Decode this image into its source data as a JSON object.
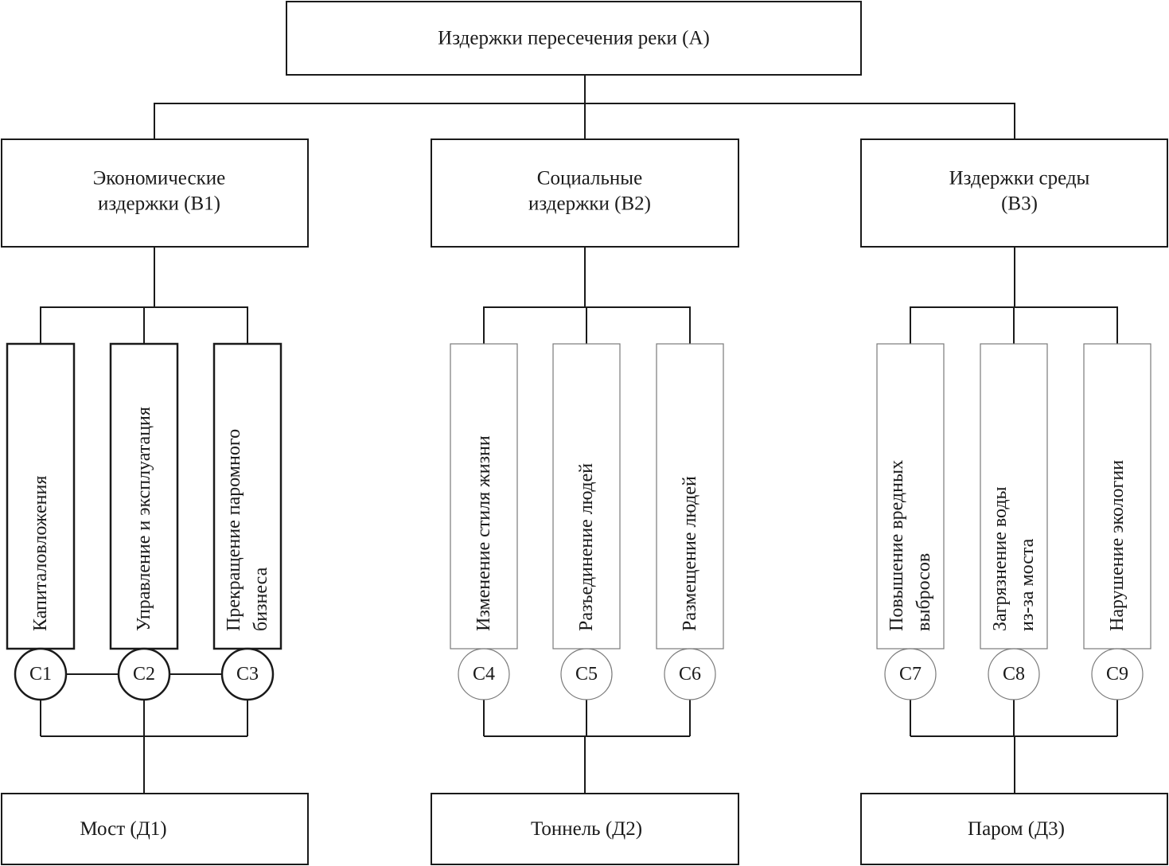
{
  "root": {
    "label": "Издержки пересечения реки (А)"
  },
  "categories": [
    {
      "id": "B1",
      "lines": [
        "Экономические",
        "издержки (В1)"
      ]
    },
    {
      "id": "B2",
      "lines": [
        "Социальные",
        "издержки (В2)"
      ]
    },
    {
      "id": "B3",
      "lines": [
        "Издержки среды",
        "(В3)"
      ]
    }
  ],
  "criteria": [
    {
      "code": "C1",
      "lines": [
        "Капиталовложения"
      ]
    },
    {
      "code": "C2",
      "lines": [
        "Управление и эксплуатация"
      ]
    },
    {
      "code": "C3",
      "lines": [
        "Прекращение паромного",
        "бизнеса"
      ]
    },
    {
      "code": "C4",
      "lines": [
        "Изменение стиля жизни"
      ]
    },
    {
      "code": "C5",
      "lines": [
        "Разъединение людей"
      ]
    },
    {
      "code": "C6",
      "lines": [
        "Размещение людей"
      ]
    },
    {
      "code": "C7",
      "lines": [
        "Повышение вредных",
        "выбросов"
      ]
    },
    {
      "code": "C8",
      "lines": [
        "Загрязнение воды",
        "из-за моста"
      ]
    },
    {
      "code": "C9",
      "lines": [
        "Нарушение экологии"
      ]
    }
  ],
  "alternatives": [
    {
      "label": "Мост (Д1)"
    },
    {
      "label": "Тоннель (Д2)"
    },
    {
      "label": "Паром (Д3)"
    }
  ],
  "highlighted_group": "B1"
}
